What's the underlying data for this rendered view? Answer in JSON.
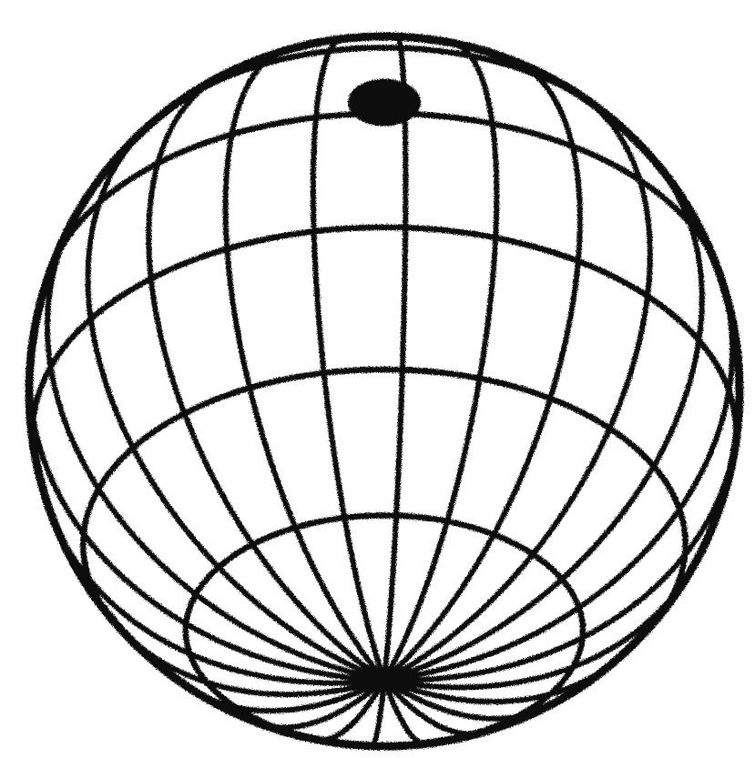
{
  "figure": {
    "subject": "sphere-wireframe",
    "ink_color": "#111111",
    "background_color": "#ffffff",
    "meridian_count": 24,
    "visible_parallel_count": 5,
    "has_pole_cap": true
  }
}
